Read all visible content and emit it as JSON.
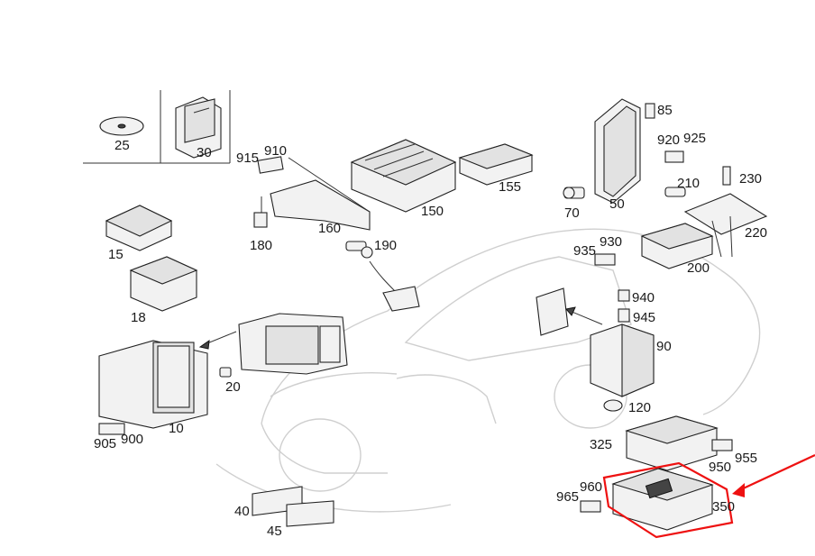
{
  "labels": {
    "p25": "25",
    "p30": "30",
    "p915": "915",
    "p910": "910",
    "p150": "150",
    "p155": "155",
    "p160": "160",
    "p180": "180",
    "p190": "190",
    "p85": "85",
    "p920": "920",
    "p925": "925",
    "p70": "70",
    "p50": "50",
    "p210": "210",
    "p230": "230",
    "p220": "220",
    "p935": "935",
    "p930": "930",
    "p200": "200",
    "p15": "15",
    "p18": "18",
    "p940": "940",
    "p945": "945",
    "p90": "90",
    "p120": "120",
    "p20": "20",
    "p10": "10",
    "p905": "905",
    "p900": "900",
    "p325": "325",
    "p950": "950",
    "p955": "955",
    "p965": "965",
    "p960": "960",
    "p350": "350",
    "p40": "40",
    "p45": "45"
  },
  "colors": {
    "highlight": "#ee1111",
    "car_outline": "#cfcfcf",
    "line": "#222222"
  }
}
